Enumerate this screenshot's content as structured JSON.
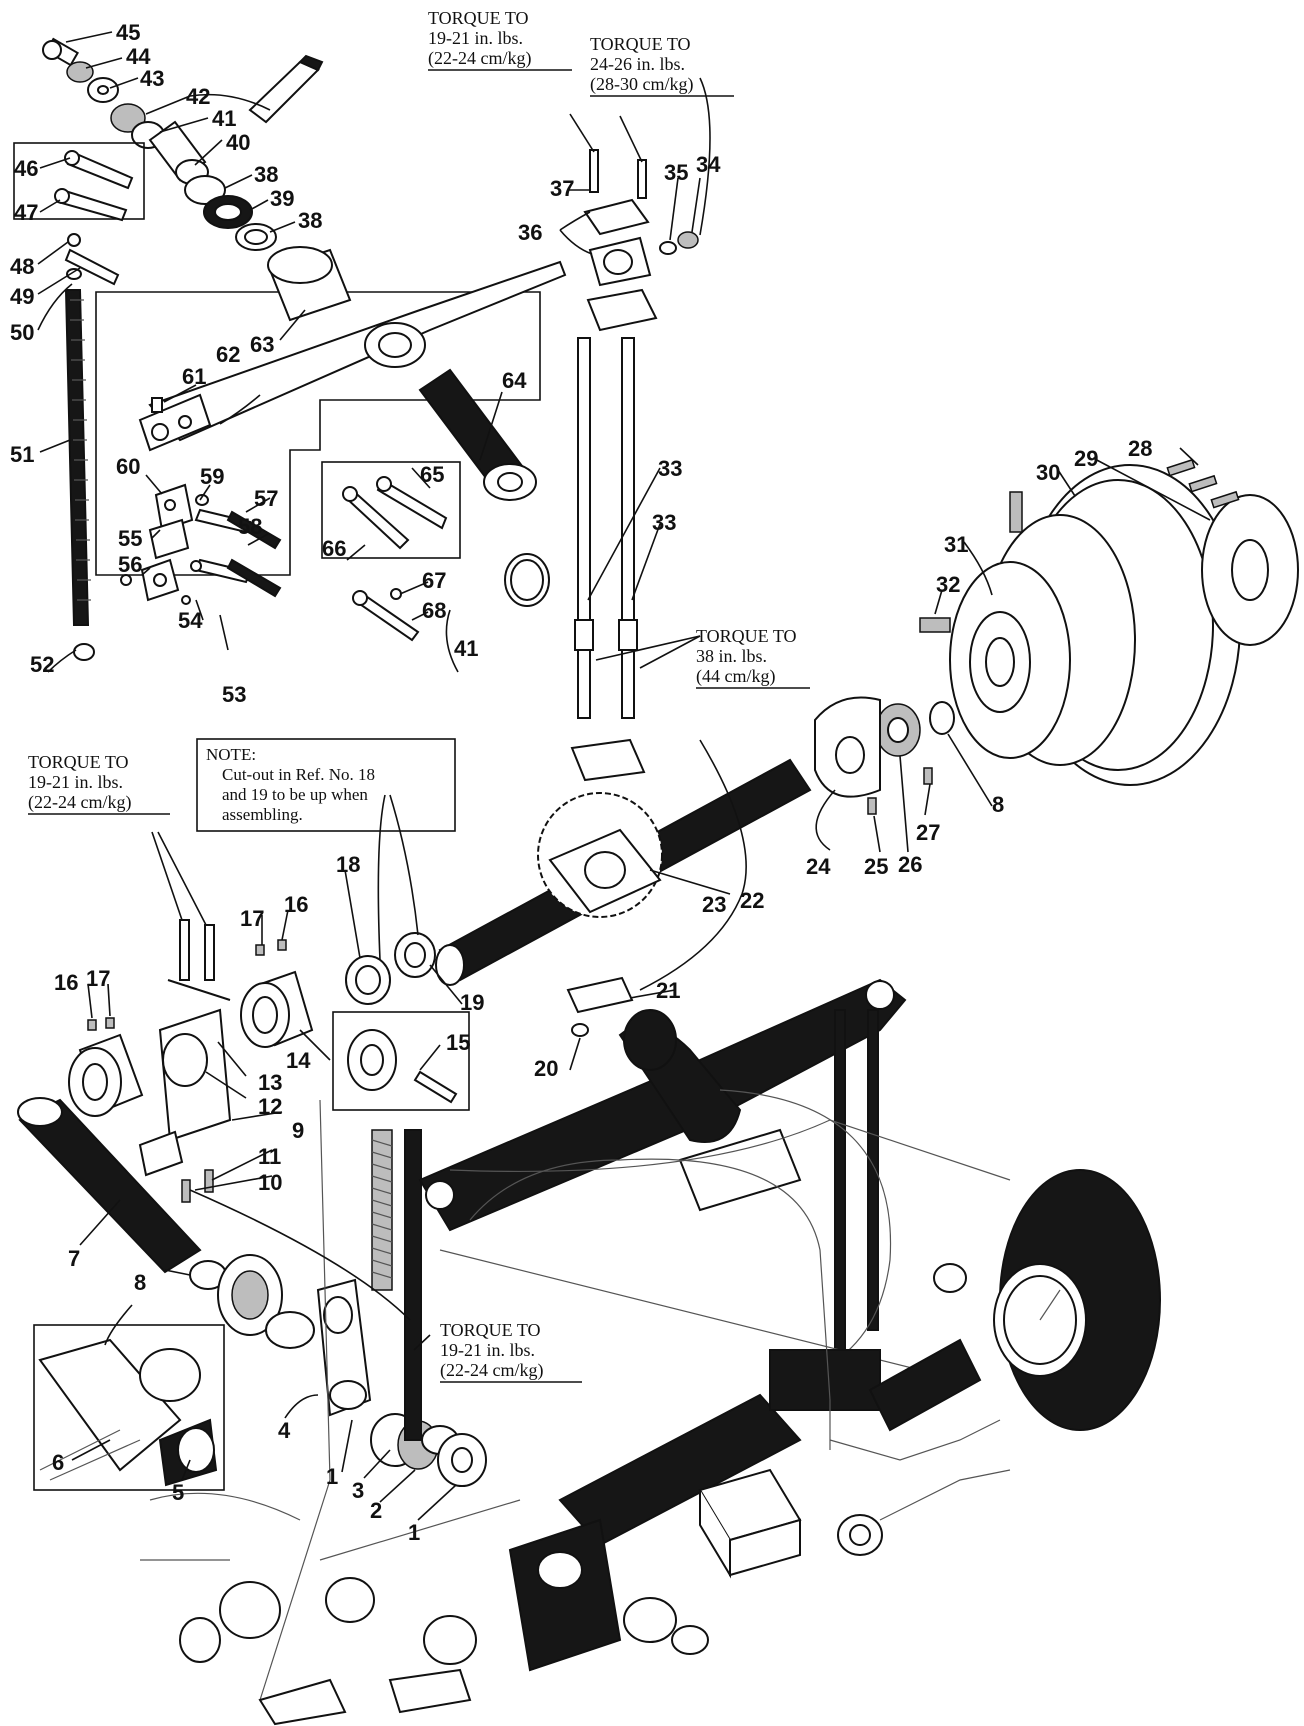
{
  "torque_notes": {
    "t1": [
      "TORQUE TO",
      "19-21 in. lbs.",
      "(22-24 cm/kg)"
    ],
    "t2": [
      "TORQUE TO",
      "24-26 in. lbs.",
      "(28-30 cm/kg)"
    ],
    "t3": [
      "TORQUE TO",
      "38 in. lbs.",
      "(44 cm/kg)"
    ],
    "t4": [
      "TORQUE TO",
      "19-21 in. lbs.",
      "(22-24 cm/kg)"
    ],
    "t5": [
      "TORQUE TO",
      "19-21 in. lbs.",
      "(22-24 cm/kg)"
    ]
  },
  "note": {
    "heading": "NOTE:",
    "lines": [
      "Cut-out in Ref. No. 18",
      "and 19 to be up when",
      "assembling."
    ]
  },
  "callouts": {
    "n45": "45",
    "n44": "44",
    "n43": "43",
    "n42": "42",
    "n41a": "41",
    "n40": "40",
    "n46": "46",
    "n47": "47",
    "n38a": "38",
    "n39": "39",
    "n38b": "38",
    "n48": "48",
    "n49": "49",
    "n50": "50",
    "n51": "51",
    "n52": "52",
    "n53": "53",
    "n62": "62",
    "n63": "63",
    "n61": "61",
    "n64": "64",
    "n60": "60",
    "n59": "59",
    "n57": "57",
    "n58": "58",
    "n55": "55",
    "n56": "56",
    "n54": "54",
    "n65": "65",
    "n66": "66",
    "n67": "67",
    "n68": "68",
    "n41b": "41",
    "n37": "37",
    "n36": "36",
    "n35": "35",
    "n34": "34",
    "n33a": "33",
    "n33b": "33",
    "n28": "28",
    "n29": "29",
    "n30": "30",
    "n31": "31",
    "n32": "32",
    "n8a": "8",
    "n27": "27",
    "n26": "26",
    "n25": "25",
    "n24": "24",
    "n22": "22",
    "n23": "23",
    "n21": "21",
    "n20": "20",
    "n18": "18",
    "n19": "19",
    "n17a": "17",
    "n16a": "16",
    "n16b": "16",
    "n17b": "17",
    "n15": "15",
    "n14": "14",
    "n13": "13",
    "n12": "12",
    "n9": "9",
    "n11": "11",
    "n10": "10",
    "n7": "7",
    "n8b": "8",
    "n6": "6",
    "n5": "5",
    "n4": "4",
    "n1a": "1",
    "n3": "3",
    "n2": "2",
    "n1b": "1"
  }
}
